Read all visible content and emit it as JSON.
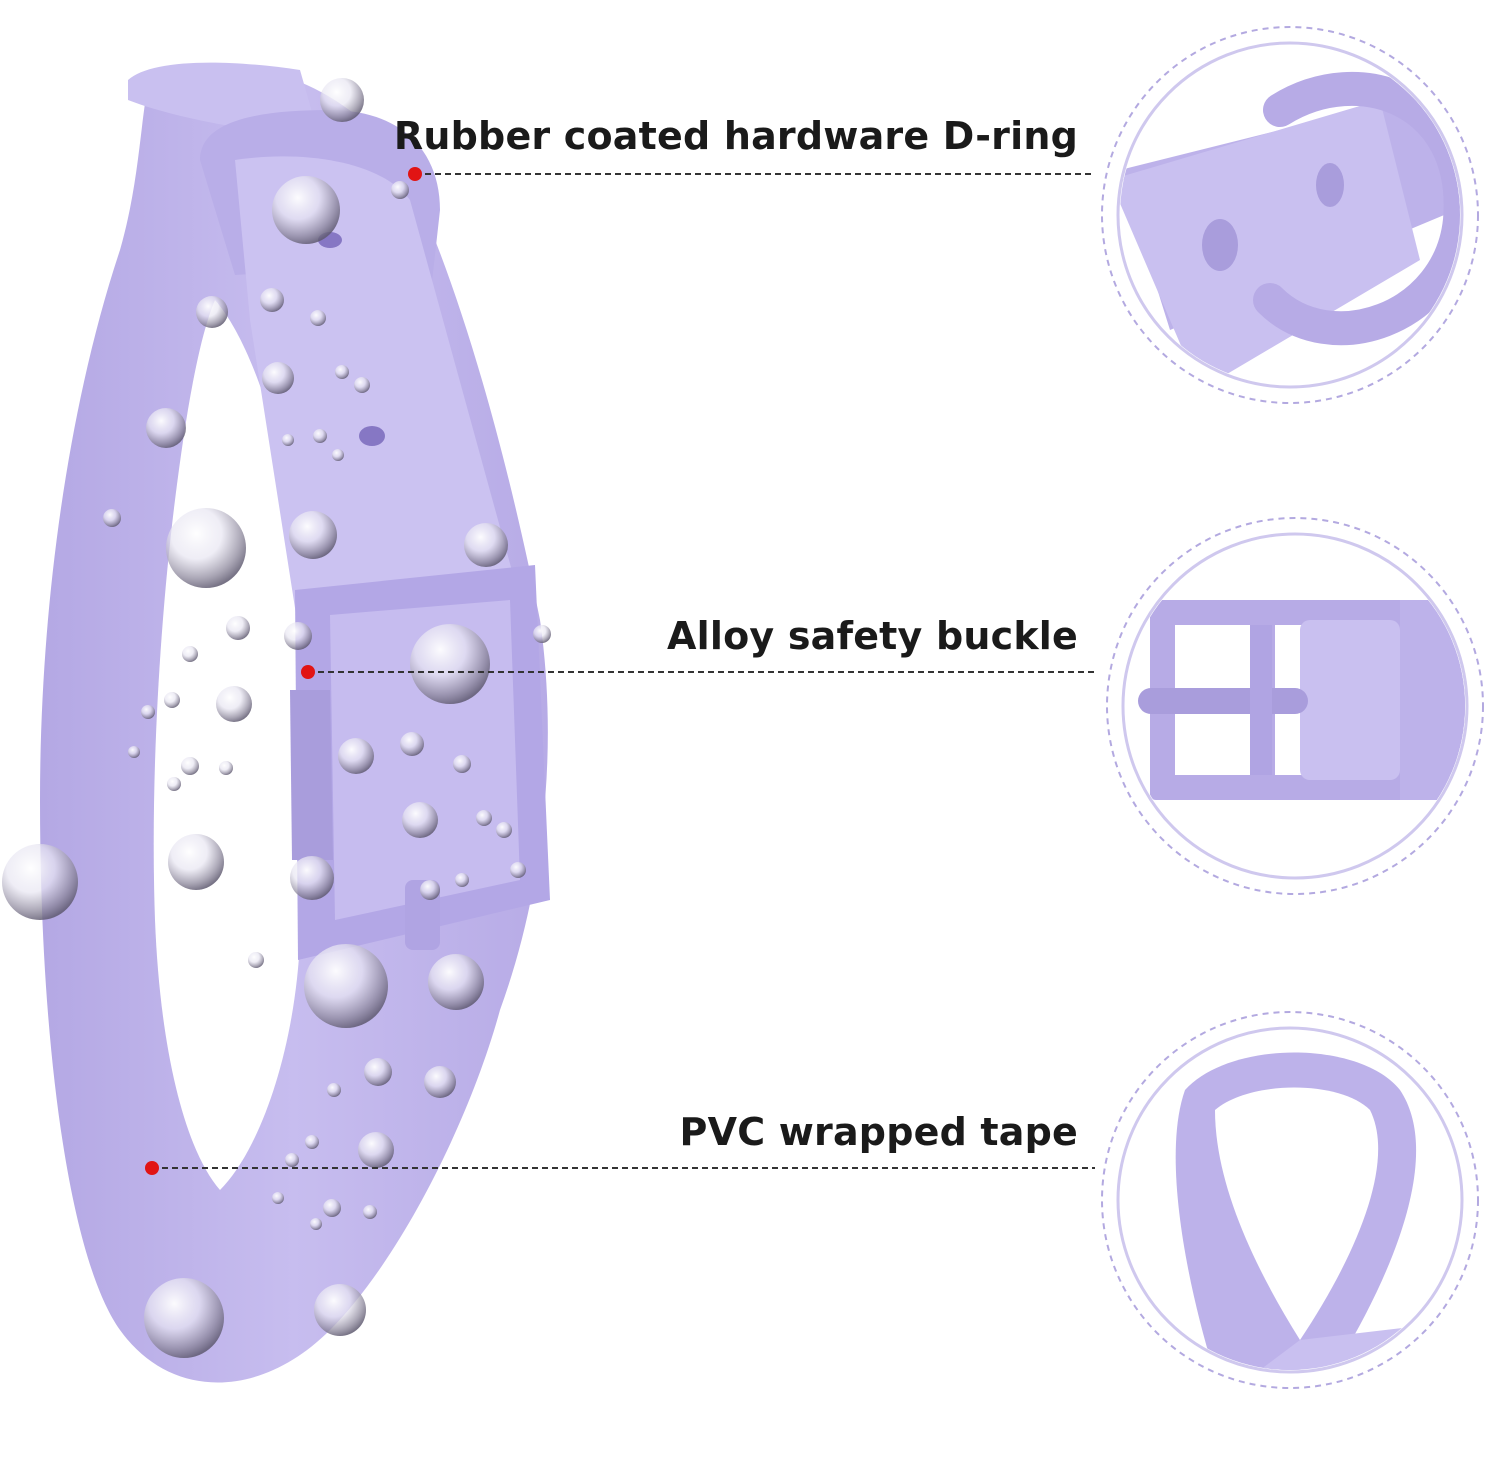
{
  "callouts": [
    {
      "id": "d-ring",
      "label": "Rubber coated hardware D-ring"
    },
    {
      "id": "buckle",
      "label": "Alloy safety buckle"
    },
    {
      "id": "tape",
      "label": "PVC wrapped tape"
    }
  ],
  "colors": {
    "collar": "#c4b9ec",
    "collar_shade": "#a99ddc",
    "collar_light": "#d6cef5",
    "marker_dot": "#e11414",
    "leader_line": "#333333",
    "ring_dashed": "#b3a9e0",
    "ring_solid": "#cfc8ee"
  }
}
